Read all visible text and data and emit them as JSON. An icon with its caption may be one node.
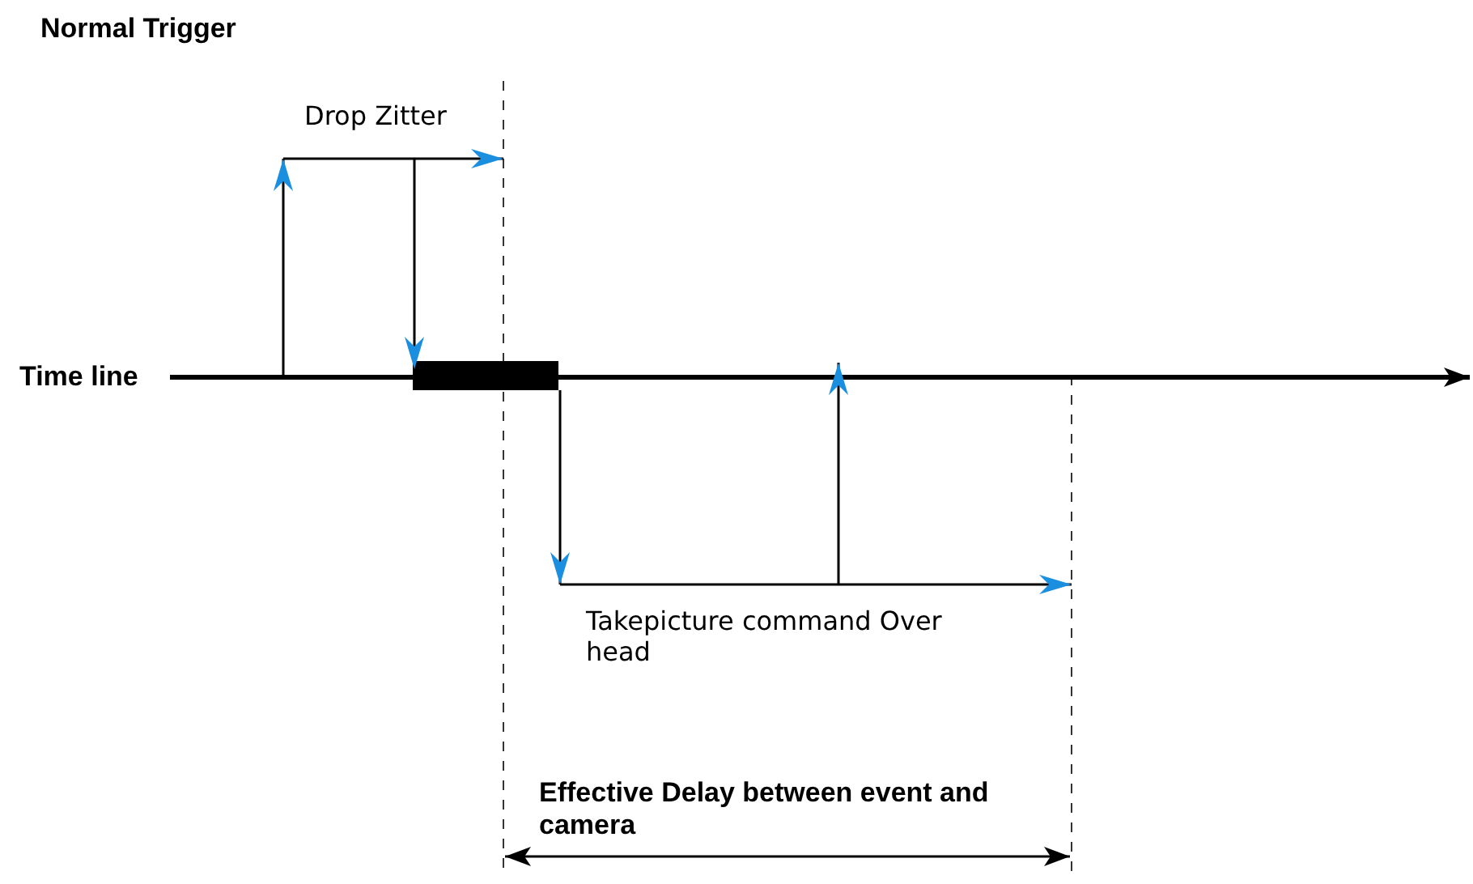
{
  "diagram": {
    "title": "Normal Trigger",
    "labels": [
      "Time line",
      "Drop Zitter",
      "Takepicture command Over head",
      "Effective Delay between event and camera"
    ]
  }
}
